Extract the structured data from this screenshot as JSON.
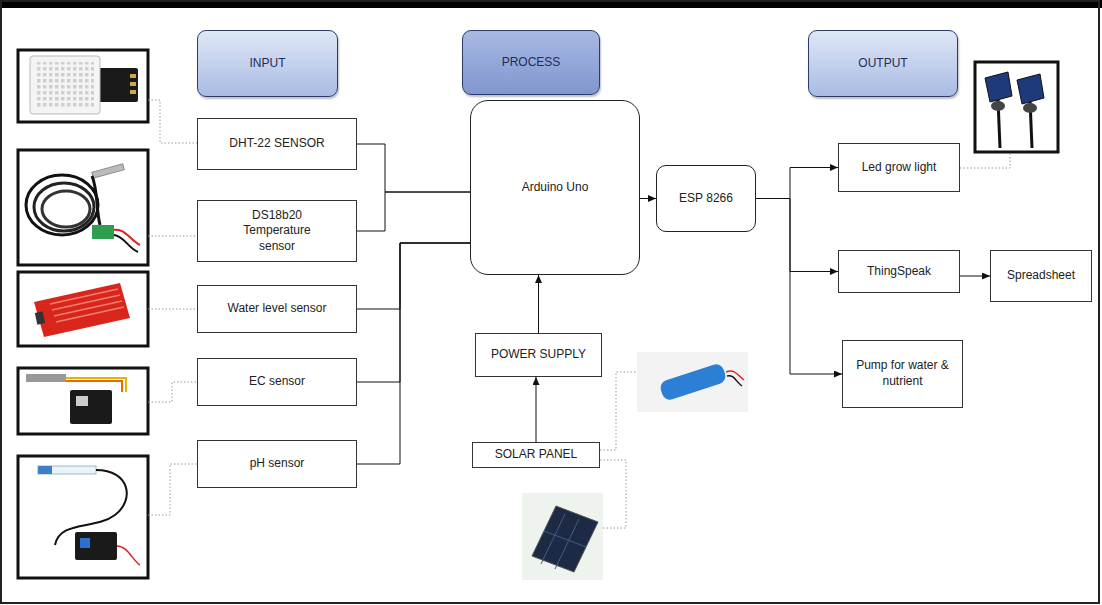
{
  "diagram": {
    "nodes": [
      {
        "text": [
          "INPUT"
        ]
      },
      {
        "text": [
          "PROCESS"
        ]
      },
      {
        "text": [
          "OUTPUT"
        ]
      },
      {
        "text": [
          "DHT-22 SENSOR"
        ]
      },
      {
        "text": [
          "DS18b20 Temperature sensor"
        ]
      },
      {
        "text": [
          "Water level sensor"
        ]
      },
      {
        "text": [
          "EC sensor"
        ]
      },
      {
        "text": [
          "pH sensor"
        ]
      },
      {
        "text": [
          "Arduino Uno"
        ]
      },
      {
        "text": [
          "ESP 8266"
        ]
      },
      {
        "text": [
          "POWER SUPPLY"
        ]
      },
      {
        "text": [
          "SOLAR PANEL"
        ]
      },
      {
        "text": [
          "Led grow light"
        ]
      },
      {
        "text": [
          "ThingSpeak"
        ]
      },
      {
        "text": [
          "Spreadsheet"
        ]
      },
      {
        "text": [
          "Pump for water & nutrient"
        ]
      }
    ],
    "edges": [
      {
        "from": 3,
        "to": 8,
        "arrow": "none"
      },
      {
        "from": 4,
        "to": 8,
        "arrow": "none"
      },
      {
        "from": 5,
        "to": 8,
        "arrow": "none"
      },
      {
        "from": 6,
        "to": 8,
        "arrow": "none"
      },
      {
        "from": 7,
        "to": 8,
        "arrow": "none"
      },
      {
        "from": 8,
        "to": 9,
        "arrow": "to"
      },
      {
        "from": 10,
        "to": 8,
        "arrow": "to"
      },
      {
        "from": 11,
        "to": 10,
        "arrow": "to"
      },
      {
        "from": 9,
        "to": 12,
        "arrow": "to"
      },
      {
        "from": 9,
        "to": 13,
        "arrow": "to"
      },
      {
        "from": 9,
        "to": 15,
        "arrow": "to"
      },
      {
        "from": 13,
        "to": 14,
        "arrow": "to"
      }
    ]
  }
}
